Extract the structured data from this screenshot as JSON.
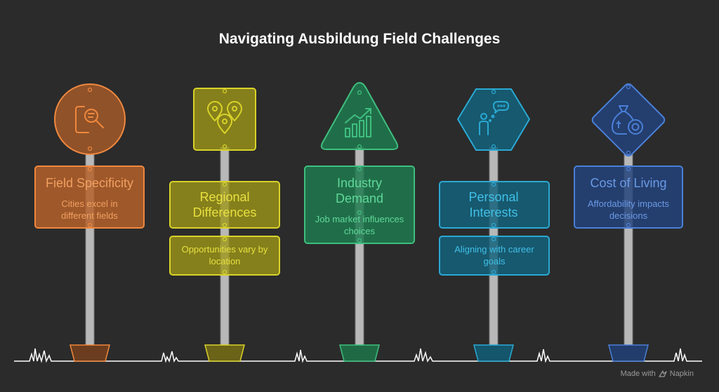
{
  "title": "Navigating Ausbildung Field Challenges",
  "footer": {
    "made_with": "Made with",
    "brand": "Napkin"
  },
  "signs": [
    {
      "icon": "document-search-icon",
      "color": "#f0883e",
      "title": "Field Specificity",
      "description": "Cities excel in different fields"
    },
    {
      "icon": "location-pins-icon",
      "color": "#d9d22a",
      "title": "Regional Differences",
      "description": "Opportunities vary by location"
    },
    {
      "icon": "growth-chart-icon",
      "color": "#3fbf7f",
      "title": "Industry Demand",
      "description": "Job market influences choices"
    },
    {
      "icon": "person-thought-icon",
      "color": "#2aa9d4",
      "title": "Personal Interests",
      "description": "Aligning with career goals"
    },
    {
      "icon": "money-bag-icon",
      "color": "#4a7fd6",
      "title": "Cost of Living",
      "description": "Affordability impacts decisions"
    }
  ]
}
